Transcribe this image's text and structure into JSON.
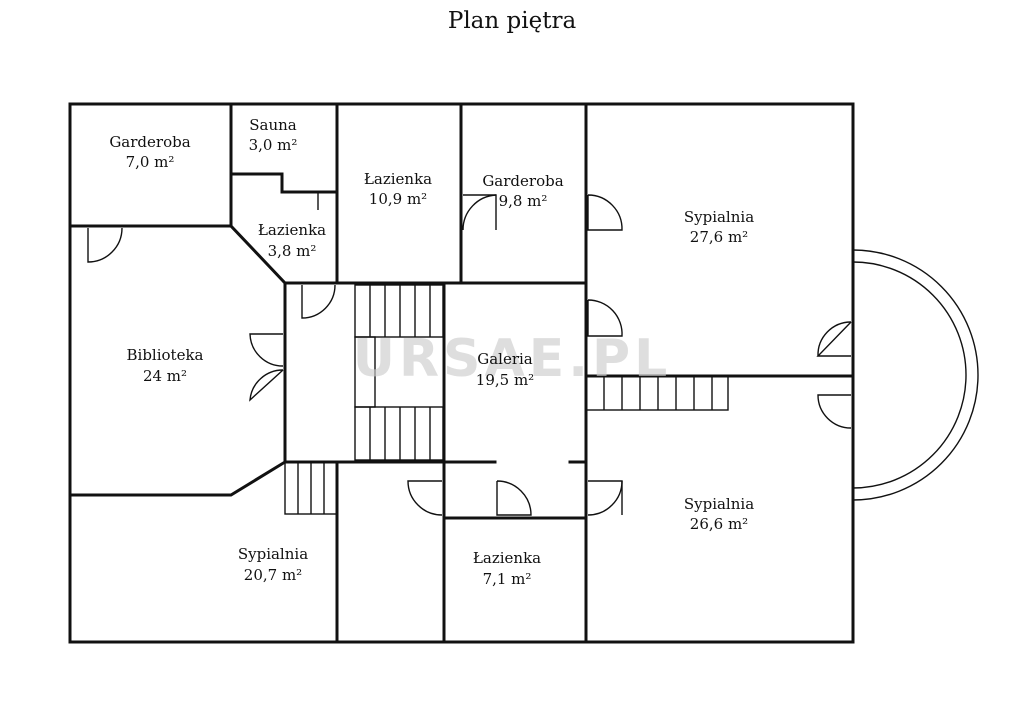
{
  "title": "Plan piętra",
  "watermark": "URSAE.PL",
  "rooms": [
    {
      "id": "garderoba-1",
      "name": "Garderoba",
      "area": "7,0 m²"
    },
    {
      "id": "sauna",
      "name": "Sauna",
      "area": "3,0 m²"
    },
    {
      "id": "lazienka-1",
      "name": "Łazienka",
      "area": "10,9 m²"
    },
    {
      "id": "garderoba-2",
      "name": "Garderoba",
      "area": "9,8 m²"
    },
    {
      "id": "sypialnia-1",
      "name": "Sypialnia",
      "area": "27,6 m²"
    },
    {
      "id": "lazienka-2",
      "name": "Łazienka",
      "area": "3,8 m²"
    },
    {
      "id": "biblioteka",
      "name": "Biblioteka",
      "area": "24 m²"
    },
    {
      "id": "galeria",
      "name": "Galeria",
      "area": "19,5 m²"
    },
    {
      "id": "sypialnia-2",
      "name": "Sypialnia",
      "area": "26,6 m²"
    },
    {
      "id": "sypialnia-3",
      "name": "Sypialnia",
      "area": "20,7 m²"
    },
    {
      "id": "lazienka-3",
      "name": "Łazienka",
      "area": "7,1 m²"
    }
  ]
}
